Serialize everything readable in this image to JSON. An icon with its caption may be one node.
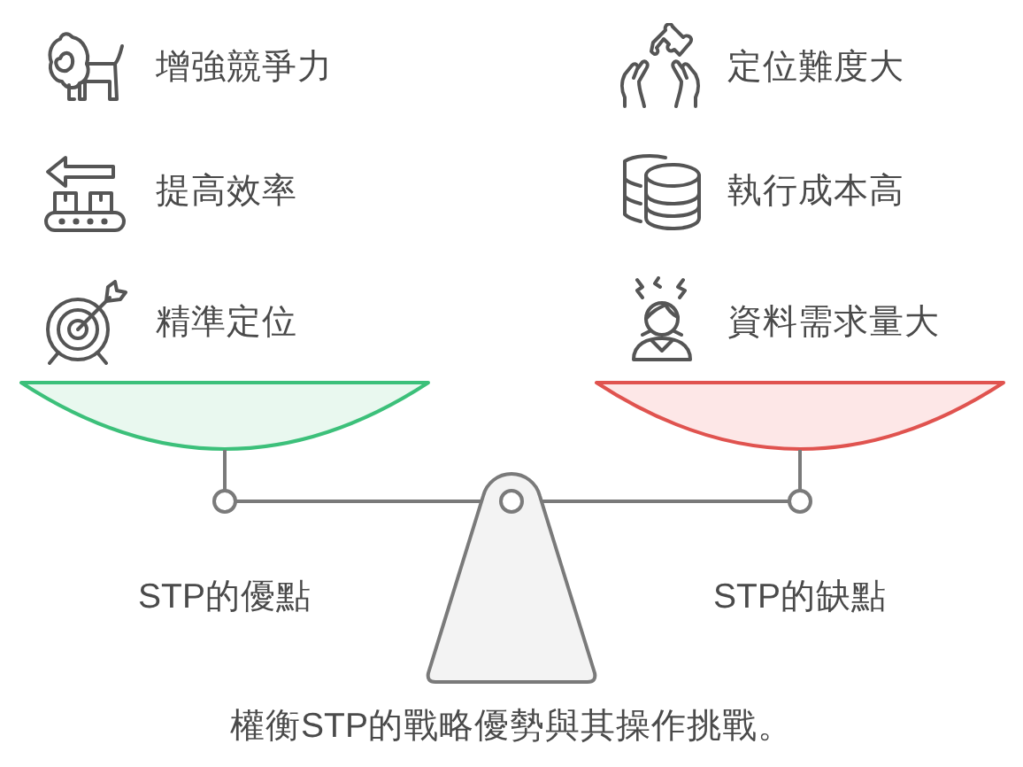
{
  "diagram": {
    "caption": "權衡STP的戰略優勢與其操作挑戰。",
    "labels": [
      "增強競爭力",
      "定位難度大",
      "提高效率",
      "執行成本高",
      "精準定位",
      "資料需求量大",
      "STP的優點",
      "STP的缺點"
    ]
  }
}
